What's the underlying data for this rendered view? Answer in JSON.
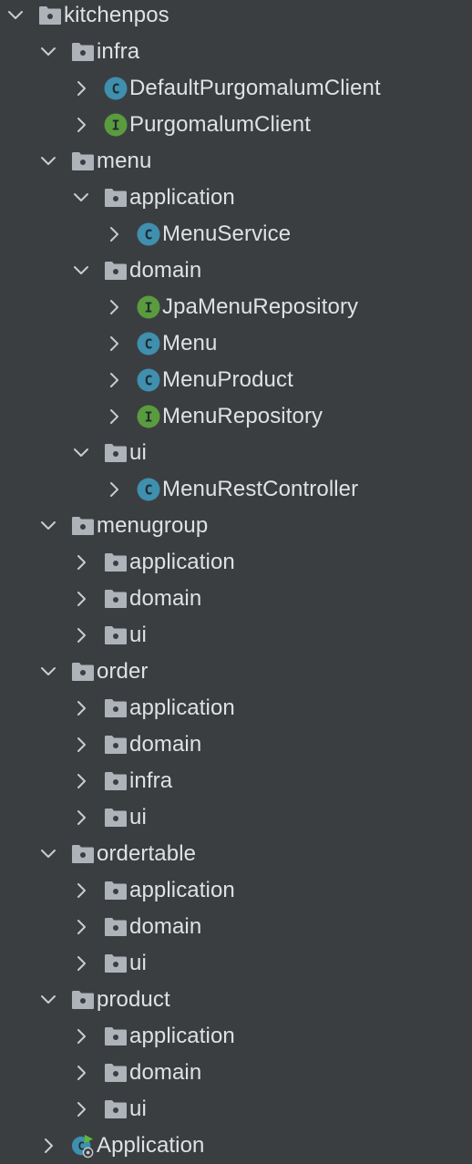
{
  "tree": [
    {
      "label": "kitchenpos",
      "type": "folder",
      "level": 0,
      "expanded": true
    },
    {
      "label": "infra",
      "type": "folder",
      "level": 1,
      "expanded": true
    },
    {
      "label": "DefaultPurgomalumClient",
      "type": "class",
      "level": 2,
      "expanded": false
    },
    {
      "label": "PurgomalumClient",
      "type": "interface",
      "level": 2,
      "expanded": false
    },
    {
      "label": "menu",
      "type": "folder",
      "level": 1,
      "expanded": true
    },
    {
      "label": "application",
      "type": "folder",
      "level": 2,
      "expanded": true
    },
    {
      "label": "MenuService",
      "type": "class",
      "level": 3,
      "expanded": false
    },
    {
      "label": "domain",
      "type": "folder",
      "level": 2,
      "expanded": true
    },
    {
      "label": "JpaMenuRepository",
      "type": "interface",
      "level": 3,
      "expanded": false
    },
    {
      "label": "Menu",
      "type": "class",
      "level": 3,
      "expanded": false
    },
    {
      "label": "MenuProduct",
      "type": "class",
      "level": 3,
      "expanded": false
    },
    {
      "label": "MenuRepository",
      "type": "interface",
      "level": 3,
      "expanded": false
    },
    {
      "label": "ui",
      "type": "folder",
      "level": 2,
      "expanded": true
    },
    {
      "label": "MenuRestController",
      "type": "class",
      "level": 3,
      "expanded": false
    },
    {
      "label": "menugroup",
      "type": "folder",
      "level": 1,
      "expanded": true
    },
    {
      "label": "application",
      "type": "folder",
      "level": 2,
      "expanded": false
    },
    {
      "label": "domain",
      "type": "folder",
      "level": 2,
      "expanded": false
    },
    {
      "label": "ui",
      "type": "folder",
      "level": 2,
      "expanded": false
    },
    {
      "label": "order",
      "type": "folder",
      "level": 1,
      "expanded": true
    },
    {
      "label": "application",
      "type": "folder",
      "level": 2,
      "expanded": false
    },
    {
      "label": "domain",
      "type": "folder",
      "level": 2,
      "expanded": false
    },
    {
      "label": "infra",
      "type": "folder",
      "level": 2,
      "expanded": false
    },
    {
      "label": "ui",
      "type": "folder",
      "level": 2,
      "expanded": false
    },
    {
      "label": "ordertable",
      "type": "folder",
      "level": 1,
      "expanded": true
    },
    {
      "label": "application",
      "type": "folder",
      "level": 2,
      "expanded": false
    },
    {
      "label": "domain",
      "type": "folder",
      "level": 2,
      "expanded": false
    },
    {
      "label": "ui",
      "type": "folder",
      "level": 2,
      "expanded": false
    },
    {
      "label": "product",
      "type": "folder",
      "level": 1,
      "expanded": true
    },
    {
      "label": "application",
      "type": "folder",
      "level": 2,
      "expanded": false
    },
    {
      "label": "domain",
      "type": "folder",
      "level": 2,
      "expanded": false
    },
    {
      "label": "ui",
      "type": "folder",
      "level": 2,
      "expanded": false
    },
    {
      "label": "Application",
      "type": "spring-boot-app",
      "level": 1,
      "expanded": false
    }
  ],
  "icons": {
    "folder": "folder-icon",
    "class": "class-icon",
    "interface": "interface-icon",
    "spring-boot-app": "spring-boot-application-icon",
    "expanded": "chevron-down-icon",
    "collapsed": "chevron-right-icon"
  },
  "colors": {
    "background": "#3b3e40",
    "text": "#dfe1e5",
    "chevron": "#c9ccd1",
    "folder": "#aeb3ba",
    "class_badge": "#3f8fae",
    "interface_badge": "#5a9b3f",
    "app_badge": "#3f8fae",
    "app_run": "#5fb832"
  },
  "badge_letters": {
    "class": "C",
    "interface": "I"
  }
}
